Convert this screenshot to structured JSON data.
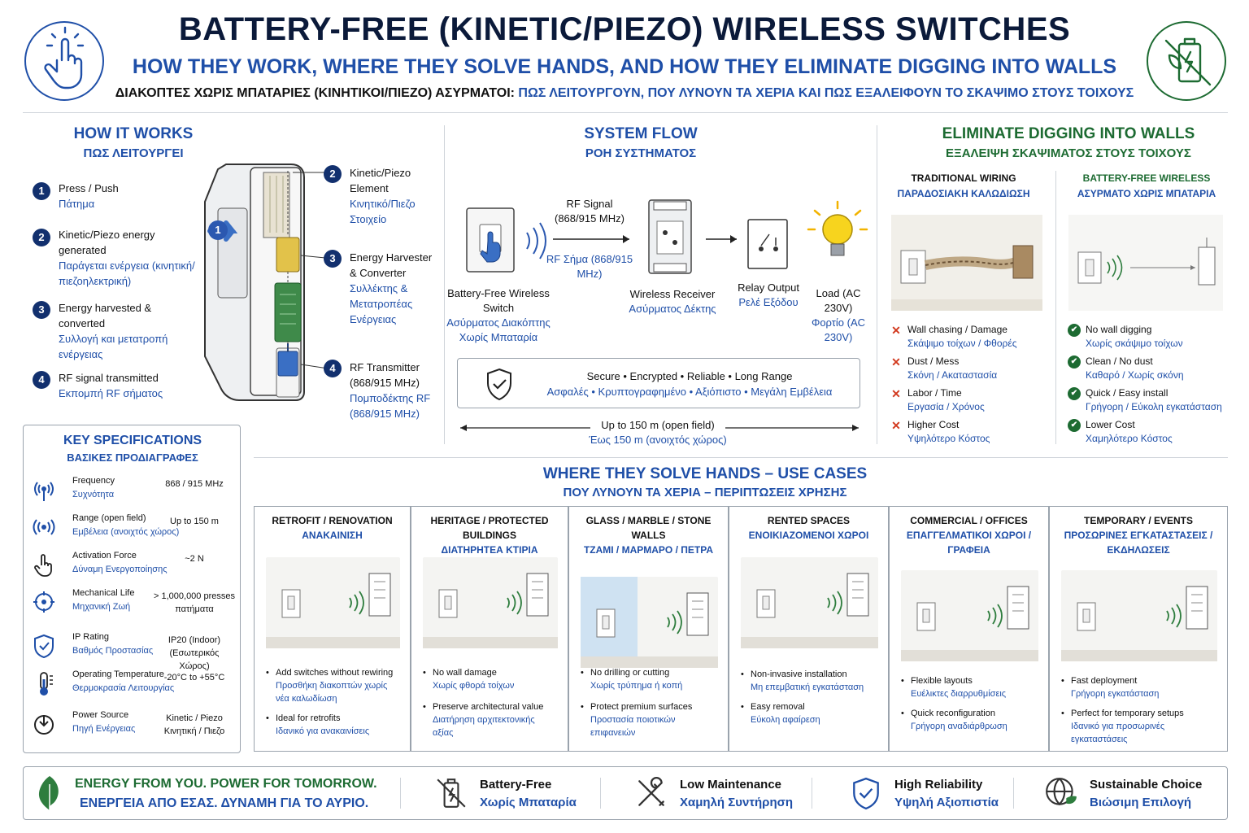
{
  "header": {
    "title": "BATTERY-FREE (KINETIC/PIEZO) WIRELESS SWITCHES",
    "subtitle": "HOW THEY WORK, WHERE THEY SOLVE HANDS, AND HOW THEY ELIMINATE DIGGING INTO WALLS",
    "greek_a": "ΔΙΑΚΟΠΤΕΣ ΧΩΡΙΣ ΜΠΑΤΑΡΙΕΣ (ΚΙΝΗΤΙΚΟΙ/ΠΙΕΖΟ) ΑΣΥΡΜΑΤΟΙ: ",
    "greek_b": "ΠΩΣ ΛΕΙΤΟΥΡΓΟΥΝ, ΠΟΥ ΛΥΝΟΥΝ ΤΑ ΧΕΡΙΑ ΚΑΙ ΠΩΣ ΕΞΑΛΕΙΦΟΥΝ ΤΟ ΣΚΑΨΙΜΟ ΣΤΟΥΣ ΤΟΙΧΟΥΣ",
    "left_icon": "hand-press-icon",
    "right_icon": "no-battery-icon"
  },
  "how": {
    "title": "HOW IT WORKS",
    "title_gr": "ΠΩΣ ΛΕΙΤΟΥΡΓΕΙ",
    "steps": [
      {
        "n": "1",
        "en": "Press / Push",
        "gr": "Πάτημα"
      },
      {
        "n": "2",
        "en": "Kinetic/Piezo energy generated",
        "gr": "Παράγεται ενέργεια (κινητική/πιεζοηλεκτρική)"
      },
      {
        "n": "3",
        "en": "Energy harvested & converted",
        "gr": "Συλλογή και μετατροπή ενέργειας"
      },
      {
        "n": "4",
        "en": "RF signal transmitted",
        "gr": "Εκπομπή RF σήματος"
      }
    ],
    "callouts": [
      {
        "n": "2",
        "en": "Kinetic/Piezo Element",
        "gr": "Κινητικό/Πιεζο Στοιχείο"
      },
      {
        "n": "3",
        "en": "Energy Harvester & Converter",
        "gr": "Συλλέκτης & Μετατροπέας Ενέργειας"
      },
      {
        "n": "4",
        "en": "RF Transmitter (868/915 MHz)",
        "gr": "Πομποδέκτης RF (868/915 MHz)"
      }
    ],
    "callout_1": "1"
  },
  "specs": {
    "title": "KEY SPECIFICATIONS",
    "title_gr": "ΒΑΣΙΚΕΣ ΠΡΟΔΙΑΓΡΑΦΕΣ",
    "rows": [
      {
        "icon": "antenna-icon",
        "en": "Frequency",
        "gr": "Συχνότητα",
        "value": "868 / 915 MHz",
        "value_gr": ""
      },
      {
        "icon": "range-icon",
        "en": "Range (open field)",
        "gr": "Εμβέλεια (ανοιχτός χώρος)",
        "value": "Up to 150 m",
        "value_gr": ""
      },
      {
        "icon": "finger-press-icon",
        "en": "Activation Force",
        "gr": "Δύναμη Ενεργοποίησης",
        "value": "~2 N",
        "value_gr": ""
      },
      {
        "icon": "gear-cycle-icon",
        "en": "Mechanical Life",
        "gr": "Μηχανική Ζωή",
        "value": "> 1,000,000 presses",
        "value_gr": "πατήματα"
      },
      {
        "icon": "shield-icon",
        "en": "IP Rating",
        "gr": "Βαθμός Προστασίας",
        "value": "IP20 (Indoor)",
        "value_gr": "(Εσωτερικός Χώρος)"
      },
      {
        "icon": "thermometer-icon",
        "en": "Operating Temperature",
        "gr": "Θερμοκρασία Λειτουργίας",
        "value": "-20°C to +55°C",
        "value_gr": ""
      },
      {
        "icon": "power-icon",
        "en": "Power Source",
        "gr": "Πηγή Ενέργειας",
        "value": "Kinetic / Piezo",
        "value_gr": "Κινητική / Πιεζο"
      }
    ]
  },
  "flow": {
    "title": "SYSTEM FLOW",
    "title_gr": "ΡΟΗ ΣΥΣΤΗΜΑΤΟΣ",
    "rf_en": "RF Signal (868/915 MHz)",
    "rf_gr": "RF Σήμα (868/915 MHz)",
    "switch_en": "Battery-Free Wireless Switch",
    "switch_gr": "Ασύρματος Διακόπτης Χωρίς Μπαταρία",
    "receiver_en": "Wireless Receiver",
    "receiver_gr": "Ασύρματος Δέκτης",
    "relay_en": "Relay Output",
    "relay_gr": "Ρελέ Εξόδου",
    "load_en": "Load (AC 230V)",
    "load_gr": "Φορτίο (AC 230V)",
    "secure_en": "Secure • Encrypted • Reliable • Long Range",
    "secure_gr": "Ασφαλές • Κρυπτογραφημένο • Αξιόπιστο • Μεγάλη Εμβέλεια",
    "range_en": "Up to 150 m (open field)",
    "range_gr": "Έως 150 m (ανοιχτός χώρος)"
  },
  "digging": {
    "title": "ELIMINATE DIGGING INTO WALLS",
    "title_gr": "ΕΞΑΛΕΙΨΗ ΣΚΑΨΙΜΑΤΟΣ ΣΤΟΥΣ ΤΟΙΧΟΥΣ",
    "trad_title": "TRADITIONAL WIRING",
    "trad_title_gr": "ΠΑΡΑΔΟΣΙΑΚΗ ΚΑΛΩΔΙΩΣΗ",
    "wl_title": "BATTERY-FREE WIRELESS",
    "wl_title_gr": "ΑΣΥΡΜΑΤΟ ΧΩΡΙΣ ΜΠΑΤΑΡΙΑ",
    "cons": [
      {
        "en": "Wall chasing / Damage",
        "gr": "Σκάψιμο τοίχων / Φθορές"
      },
      {
        "en": "Dust / Mess",
        "gr": "Σκόνη / Ακαταστασία"
      },
      {
        "en": "Labor / Time",
        "gr": "Εργασία / Χρόνος"
      },
      {
        "en": "Higher Cost",
        "gr": "Υψηλότερο Κόστος"
      }
    ],
    "pros": [
      {
        "en": "No wall digging",
        "gr": "Χωρίς σκάψιμο τοίχων"
      },
      {
        "en": "Clean / No dust",
        "gr": "Καθαρό / Χωρίς σκόνη"
      },
      {
        "en": "Quick / Easy install",
        "gr": "Γρήγορη / Εύκολη εγκατάσταση"
      },
      {
        "en": "Lower Cost",
        "gr": "Χαμηλότερο Κόστος"
      }
    ],
    "con_mark": "✕",
    "pro_mark": "✔"
  },
  "uses": {
    "title": "WHERE THEY SOLVE HANDS – USE CASES",
    "title_gr": "ΠΟΥ ΛΥΝΟΥΝ ΤΑ ΧΕΡΙΑ – ΠΕΡΙΠΤΩΣΕΙΣ ΧΡΗΣΗΣ",
    "cards": [
      {
        "t": "RETROFIT / RENOVATION",
        "g": "ΑΝΑΚΑΙΝΙΣΗ",
        "b": [
          {
            "en": "Add switches without rewiring",
            "gr": "Προσθήκη διακοπτών χωρίς νέα καλωδίωση"
          },
          {
            "en": "Ideal for retrofits",
            "gr": "Ιδανικό για ανακαινίσεις"
          }
        ]
      },
      {
        "t": "HERITAGE / PROTECTED BUILDINGS",
        "g": "ΔΙΑΤΗΡΗΤΕΑ ΚΤΙΡΙΑ",
        "b": [
          {
            "en": "No wall damage",
            "gr": "Χωρίς φθορά τοίχων"
          },
          {
            "en": "Preserve architectural value",
            "gr": "Διατήρηση αρχιτεκτονικής αξίας"
          }
        ]
      },
      {
        "t": "GLASS / MARBLE / STONE WALLS",
        "g": "ΤΖΑΜΙ / ΜΑΡΜΑΡΟ / ΠΕΤΡΑ",
        "b": [
          {
            "en": "No drilling or cutting",
            "gr": "Χωρίς τρύπημα ή κοπή"
          },
          {
            "en": "Protect premium surfaces",
            "gr": "Προστασία ποιοτικών επιφανειών"
          }
        ]
      },
      {
        "t": "RENTED SPACES",
        "g": "ΕΝΟΙΚΙΑΖΟΜΕΝΟΙ ΧΩΡΟΙ",
        "b": [
          {
            "en": "Non-invasive installation",
            "gr": "Μη επεμβατική εγκατάσταση"
          },
          {
            "en": "Easy removal",
            "gr": "Εύκολη αφαίρεση"
          }
        ]
      },
      {
        "t": "COMMERCIAL / OFFICES",
        "g": "ΕΠΑΓΓΕΛΜΑΤΙΚΟΙ ΧΩΡΟΙ / ΓΡΑΦΕΙΑ",
        "b": [
          {
            "en": "Flexible layouts",
            "gr": "Ευέλικτες διαρρυθμίσεις"
          },
          {
            "en": "Quick reconfiguration",
            "gr": "Γρήγορη αναδιάρθρωση"
          }
        ]
      },
      {
        "t": "TEMPORARY / EVENTS",
        "g": "ΠΡΟΣΩΡΙΝΕΣ ΕΓΚΑΤΑΣΤΑΣΕΙΣ / ΕΚΔΗΛΩΣΕΙΣ",
        "b": [
          {
            "en": "Fast deployment",
            "gr": "Γρήγορη εγκατάσταση"
          },
          {
            "en": "Perfect for temporary setups",
            "gr": "Ιδανικό για προσωρινές εγκαταστάσεις"
          }
        ]
      }
    ]
  },
  "footer": {
    "slogan_en": "ENERGY FROM YOU. POWER FOR TOMORROW.",
    "slogan_gr": "ΕΝΕΡΓΕΙΑ ΑΠΟ ΕΣΑΣ. ΔΥΝΑΜΗ ΓΙΑ ΤΟ ΑΥΡΙΟ.",
    "items": [
      {
        "icon": "no-battery-icon",
        "en": "Battery-Free",
        "gr": "Χωρίς Μπαταρία"
      },
      {
        "icon": "tools-icon",
        "en": "Low Maintenance",
        "gr": "Χαμηλή Συντήρηση"
      },
      {
        "icon": "shield-check-icon",
        "en": "High Reliability",
        "gr": "Υψηλή Αξιοπιστία"
      },
      {
        "icon": "globe-leaf-icon",
        "en": "Sustainable Choice",
        "gr": "Βιώσιμη Επιλογή"
      }
    ]
  },
  "colors": {
    "navy": "#12306e",
    "blue": "#1f4fa8",
    "green": "#1d6b32",
    "red": "#d23a1f"
  }
}
